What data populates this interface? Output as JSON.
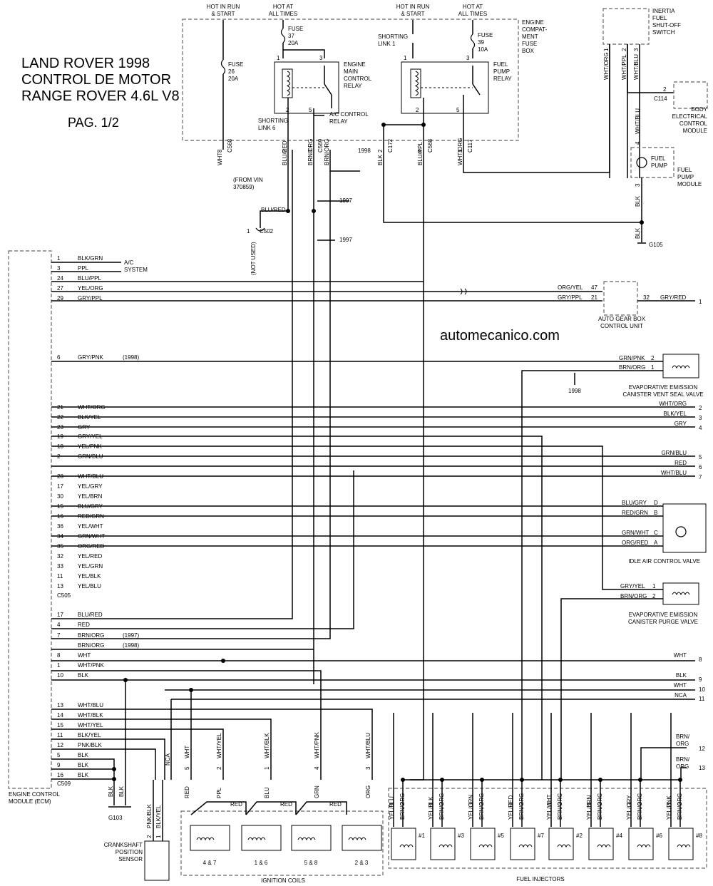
{
  "title": {
    "line1": "LAND ROVER 1998",
    "line2": "CONTROL DE MOTOR",
    "line3": "RANGE ROVER 4.6L V8",
    "page": "PAG. 1/2"
  },
  "watermark": "automecanico.com",
  "top_labels": {
    "hot_run_start_left": [
      "HOT IN RUN",
      "& START"
    ],
    "hot_all_times_left": [
      "HOT AT",
      "ALL TIMES"
    ],
    "hot_run_start_right": [
      "HOT IN RUN",
      "& START"
    ],
    "hot_all_times_right": [
      "HOT AT",
      "ALL TIMES"
    ]
  },
  "fuse_box": {
    "label": [
      "ENGINE",
      "COMPAT-",
      "MENT",
      "FUSE",
      "BOX"
    ],
    "fuse26": [
      "FUSE",
      "26",
      "20A"
    ],
    "fuse37": [
      "FUSE",
      "37",
      "20A"
    ],
    "fuse39": [
      "FUSE",
      "39",
      "10A"
    ],
    "shorting_link_1": [
      "SHORTING",
      "LINK 1"
    ],
    "shorting_link_6": [
      "SHORTING",
      "LINK 6"
    ],
    "main_relay": [
      "ENGINE",
      "MAIN",
      "CONTROL",
      "RELAY"
    ],
    "fuel_relay": [
      "FUEL",
      "PUMP",
      "RELAY"
    ],
    "ac_relay": [
      "A/C CONTROL",
      "RELAY"
    ]
  },
  "vertical_wires": [
    {
      "color": "WHT",
      "pin": "8",
      "conn": "C568"
    },
    {
      "color": "BLU/RED",
      "pin": "2",
      "conn": ""
    },
    {
      "color": "BRN/ORG",
      "pin": "3",
      "conn": "C569"
    },
    {
      "color": "BRN/ORG",
      "pin": "",
      "conn": ""
    },
    {
      "color": "BLK",
      "pin": "2",
      "conn": "C172"
    },
    {
      "color": "BLU/PPL",
      "pin": "4",
      "conn": "C568"
    },
    {
      "color": "WHT/ORG",
      "pin": "1",
      "conn": "C117"
    }
  ],
  "year_marks": {
    "y1998": "1998",
    "y1997": "1997"
  },
  "vin_note": [
    "(FROM VIN",
    "370859)"
  ],
  "blu_red": "BLU/RED",
  "c502": {
    "pin": "1",
    "label": "C502"
  },
  "not_used": "(NOT USED)",
  "inertia_switch": [
    "INERTIA",
    "FUEL",
    "SHUT-OFF",
    "SWITCH"
  ],
  "inertia_wires": [
    {
      "pin": "1",
      "color": "WHT/ORG"
    },
    {
      "pin": "2",
      "color": "WHT/PPL"
    },
    {
      "pin": "3",
      "color": "WHT/BLU"
    }
  ],
  "body_module": [
    "BODY",
    "ELECTRICAL",
    "CONTROL",
    "MODULE"
  ],
  "c114": {
    "pin": "2",
    "label": "C114"
  },
  "fuel_pump": {
    "label": [
      "FUEL",
      "PUMP",
      "MODULE"
    ],
    "motor": [
      "FUEL",
      "PUMP"
    ],
    "in_wire": "WHT/BLU",
    "in_pin": "4",
    "out_pin": "3",
    "out_wire": "BLK",
    "ground_wire": "BLK",
    "ground": "G105"
  },
  "ecm": {
    "label": [
      "ENGINE CONTROL",
      "MODULE (ECM)"
    ],
    "conn_top": "C505",
    "conn_bottom": "C509"
  },
  "ecm_pins": [
    {
      "pin": "1",
      "color": "BLK/GRN"
    },
    {
      "pin": "3",
      "color": "PPL"
    },
    {
      "pin": "24",
      "color": "BLU/PPL"
    },
    {
      "pin": "27",
      "color": "YEL/ORG"
    },
    {
      "pin": "29",
      "color": "GRY/PPL"
    },
    {
      "pin": "6",
      "color": "GRY/PNK",
      "note": "(1998)"
    },
    {
      "pin": "21",
      "color": "WHT/ORG"
    },
    {
      "pin": "22",
      "color": "BLK/YEL"
    },
    {
      "pin": "23",
      "color": "GRY"
    },
    {
      "pin": "19",
      "color": "GRY/YEL"
    },
    {
      "pin": "18",
      "color": "YEL/PNK"
    },
    {
      "pin": "2",
      "color": "GRN/BLU"
    },
    {
      "pin": "28",
      "color": "WHT/BLU"
    },
    {
      "pin": "17",
      "color": "YEL/GRY"
    },
    {
      "pin": "30",
      "color": "YEL/BRN"
    },
    {
      "pin": "15",
      "color": "BLU/GRY"
    },
    {
      "pin": "16",
      "color": "RED/GRN"
    },
    {
      "pin": "36",
      "color": "YEL/WHT"
    },
    {
      "pin": "34",
      "color": "GRN/WHT"
    },
    {
      "pin": "35",
      "color": "ORG/RED"
    },
    {
      "pin": "32",
      "color": "YEL/RED"
    },
    {
      "pin": "33",
      "color": "YEL/GRN"
    },
    {
      "pin": "11",
      "color": "YEL/BLK"
    },
    {
      "pin": "13",
      "color": "YEL/BLU"
    },
    {
      "pin": "17",
      "color": "BLU/RED"
    },
    {
      "pin": "4",
      "color": "RED"
    },
    {
      "pin": "7",
      "color": "BRN/ORG",
      "note": "(1997)"
    },
    {
      "pin": "",
      "color": "BRN/ORG",
      "note": "(1998)"
    },
    {
      "pin": "8",
      "color": "WHT"
    },
    {
      "pin": "1",
      "color": "WHT/PNK"
    },
    {
      "pin": "10",
      "color": "BLK"
    },
    {
      "pin": "13",
      "color": "WHT/BLU"
    },
    {
      "pin": "14",
      "color": "WHT/BLK"
    },
    {
      "pin": "15",
      "color": "WHT/YEL"
    },
    {
      "pin": "11",
      "color": "BLK/YEL"
    },
    {
      "pin": "12",
      "color": "PNK/BLK"
    },
    {
      "pin": "5",
      "color": "BLK"
    },
    {
      "pin": "9",
      "color": "BLK"
    },
    {
      "pin": "16",
      "color": "BLK"
    }
  ],
  "ac_system": [
    "A/C",
    "SYSTEM"
  ],
  "gearbox": {
    "label": [
      "AUTO GEAR BOX",
      "CONTROL UNIT"
    ],
    "in1": {
      "color": "ORG/YEL",
      "pin": "47"
    },
    "in2": {
      "color": "GRY/PPL",
      "pin": "21"
    },
    "out": {
      "pin": "32",
      "color": "GRY/RED",
      "ref": "1"
    }
  },
  "vent_valve": {
    "label": [
      "EVAPORATIVE EMISSION",
      "CANISTER VENT SEAL VALVE"
    ],
    "w1": {
      "color": "GRN/PNK",
      "pin": "2"
    },
    "w2": {
      "color": "BRN/ORG",
      "pin": "1"
    },
    "year": "1998"
  },
  "right_refs": [
    {
      "color": "WHT/ORG",
      "ref": "2"
    },
    {
      "color": "BLK/YEL",
      "ref": "3"
    },
    {
      "color": "GRY",
      "ref": "4"
    },
    {
      "color": "GRN/BLU",
      "ref": "5"
    },
    {
      "color": "RED",
      "ref": "6"
    },
    {
      "color": "WHT/BLU",
      "ref": "7"
    }
  ],
  "iac_valve": {
    "label": "IDLE AIR CONTROL VALVE",
    "pins": [
      {
        "color": "BLU/GRY",
        "pin": "D"
      },
      {
        "color": "RED/GRN",
        "pin": "B"
      },
      {
        "color": "GRN/WHT",
        "pin": "C"
      },
      {
        "color": "ORG/RED",
        "pin": "A"
      }
    ]
  },
  "purge_valve": {
    "label": [
      "EVAPORATIVE EMISSION",
      "CANISTER PURGE VALVE"
    ],
    "w1": {
      "color": "GRY/YEL",
      "pin": "1"
    },
    "w2": {
      "color": "BRN/ORG",
      "pin": "2"
    }
  },
  "lower_refs": [
    {
      "color": "WHT",
      "ref": "8"
    },
    {
      "color": "BLK",
      "ref": "9"
    },
    {
      "color": "WHT",
      "ref": "10"
    },
    {
      "color": "NCA",
      "ref": "11"
    },
    {
      "color": "BRN/ORG",
      "ref": "12"
    },
    {
      "color": "BRN/ORG",
      "ref": "13"
    }
  ],
  "ground_g103": {
    "wires": [
      "BLK",
      "BLK"
    ],
    "label": "G103"
  },
  "crank_sensor": {
    "label": [
      "CRANKSHAFT",
      "POSITION",
      "SENSOR"
    ],
    "pins": [
      {
        "pin": "2",
        "color": "PNK/BLK"
      },
      {
        "pin": "1",
        "color": "BLK/YEL"
      }
    ],
    "shield": "NCA"
  },
  "coil_wires": [
    {
      "pin": "5",
      "color": "WHT"
    },
    {
      "pin": "2",
      "color": "WHT/YEL"
    },
    {
      "pin": "1",
      "color": "WHT/BLK"
    },
    {
      "pin": "4",
      "color": "WHT/PNK"
    },
    {
      "pin": "3",
      "color": "WHT/BLU"
    }
  ],
  "coil_feed": [
    "RED",
    "PPL",
    "BLU",
    "GRN",
    "ORG"
  ],
  "coil_red": "RED",
  "coils": {
    "label": "IGNITION COILS",
    "units": [
      "4 & 7",
      "1 & 6",
      "5 & 8",
      "2 & 3"
    ]
  },
  "injectors": {
    "label": "FUEL INJECTORS",
    "units": [
      {
        "num": "#1",
        "sig": "YEL/BLU"
      },
      {
        "num": "#3",
        "sig": "YEL/BLK"
      },
      {
        "num": "#5",
        "sig": "YEL/GRN"
      },
      {
        "num": "#7",
        "sig": "YEL/RED"
      },
      {
        "num": "#2",
        "sig": "YEL/WHT"
      },
      {
        "num": "#4",
        "sig": "YEL/BRN"
      },
      {
        "num": "#6",
        "sig": "YEL/GRY"
      },
      {
        "num": "#8",
        "sig": "YEL/PNK"
      }
    ],
    "feed": "BRN/ORG",
    "pin1": "1",
    "pin2": "2"
  }
}
